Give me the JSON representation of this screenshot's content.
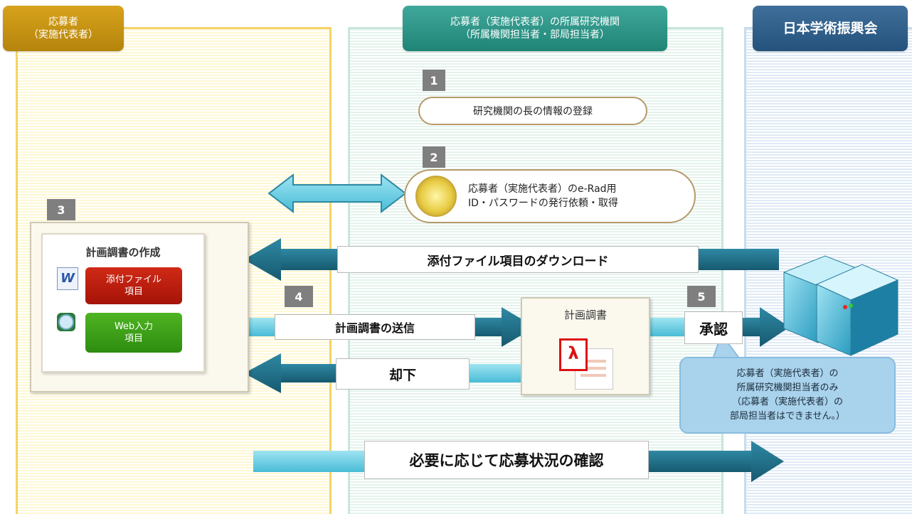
{
  "lanes": {
    "applicant": {
      "line1": "応募者",
      "line2": "（実施代表者）"
    },
    "institution": {
      "line1": "応募者（実施代表者）の所属研究機関",
      "line2": "（所属機関担当者・部局担当者）"
    },
    "jsps": {
      "title": "日本学術振興会"
    }
  },
  "steps": {
    "s1": {
      "num": "1",
      "label": "研究機関の長の情報の登録"
    },
    "s2": {
      "num": "2",
      "line1": "応募者（実施代表者）のe-Rad用",
      "line2": "ID・パスワードの発行依頼・取得"
    },
    "s3": {
      "num": "3",
      "title": "計画調書の作成",
      "attach_line1": "添付ファイル",
      "attach_line2": "項目",
      "web_line1": "Web入力",
      "web_line2": "項目"
    },
    "s4": {
      "num": "4",
      "label": "計画調書の送信"
    },
    "s5": {
      "num": "5",
      "label": "承認"
    }
  },
  "arrows": {
    "download": "添付ファイル項目のダウンロード",
    "reject": "却下",
    "confirm": "必要に応じて応募状況の確認"
  },
  "document_box": {
    "title": "計画調書"
  },
  "callout": {
    "line1": "応募者（実施代表者）の",
    "line2": "所属研究機関担当者のみ",
    "line3": "（応募者（実施代表者）の",
    "line4": "部局担当者はできません。）"
  },
  "icons": [
    "word-icon",
    "web-icon",
    "pdf-icon",
    "seal-icon",
    "server-icon"
  ],
  "colors": {
    "arrow_dark": "#1f6e87",
    "arrow_light": "#6ad0e6",
    "accent_red": "#c01e0e",
    "accent_green": "#3ea419"
  }
}
